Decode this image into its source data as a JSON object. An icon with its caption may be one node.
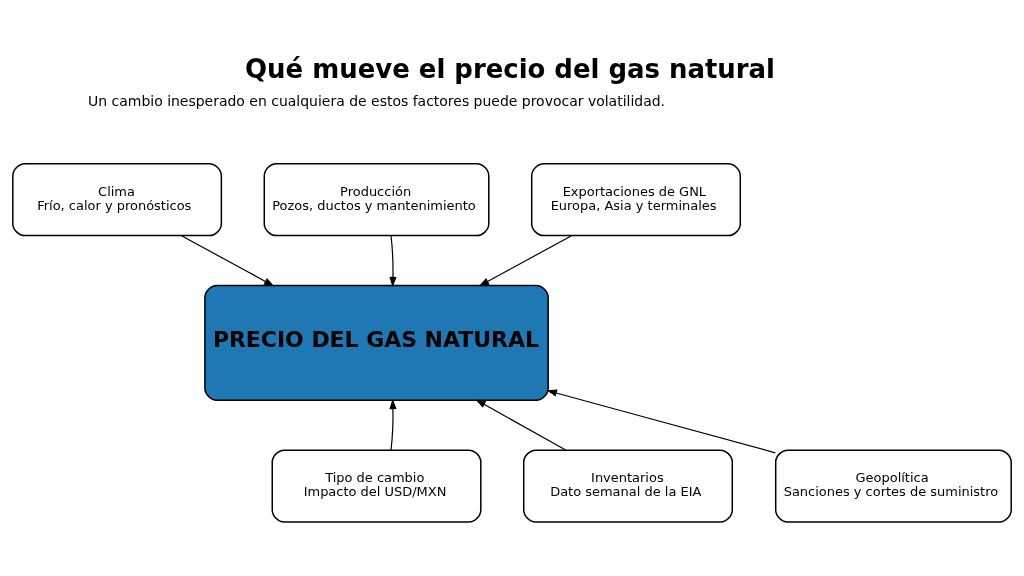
{
  "diagram": {
    "title": "Qué mueve el precio del gas natural",
    "nodes": [
      {
        "text": [
          "Clima",
          "Frío, calor y pronósticos"
        ]
      },
      {
        "text": [
          "Producción",
          "Pozos, ductos y mantenimiento"
        ]
      },
      {
        "text": [
          "Exportaciones de GNL",
          "Europa, Asia y terminales"
        ]
      },
      {
        "text": [
          "PRECIO DEL GAS NATURAL"
        ]
      },
      {
        "text": [
          "Inventarios",
          "Dato semanal de la EIA"
        ]
      },
      {
        "text": [
          "Tipo de cambio",
          "Impacto del USD/MXN"
        ]
      },
      {
        "text": [
          "Geopolítica",
          "Sanciones y cortes de suministro"
        ]
      }
    ],
    "edges": [
      {
        "from": 0,
        "to": 3,
        "arrow": "to"
      },
      {
        "from": 1,
        "to": 3,
        "arrow": "to"
      },
      {
        "from": 2,
        "to": 3,
        "arrow": "to"
      },
      {
        "from": 4,
        "to": 3,
        "arrow": "to"
      },
      {
        "from": 5,
        "to": 3,
        "arrow": "to"
      },
      {
        "from": 6,
        "to": 3,
        "arrow": "to"
      }
    ],
    "labels": [
      "Un cambio inesperado en cualquiera de estos factores puede provocar volatilidad."
    ]
  }
}
